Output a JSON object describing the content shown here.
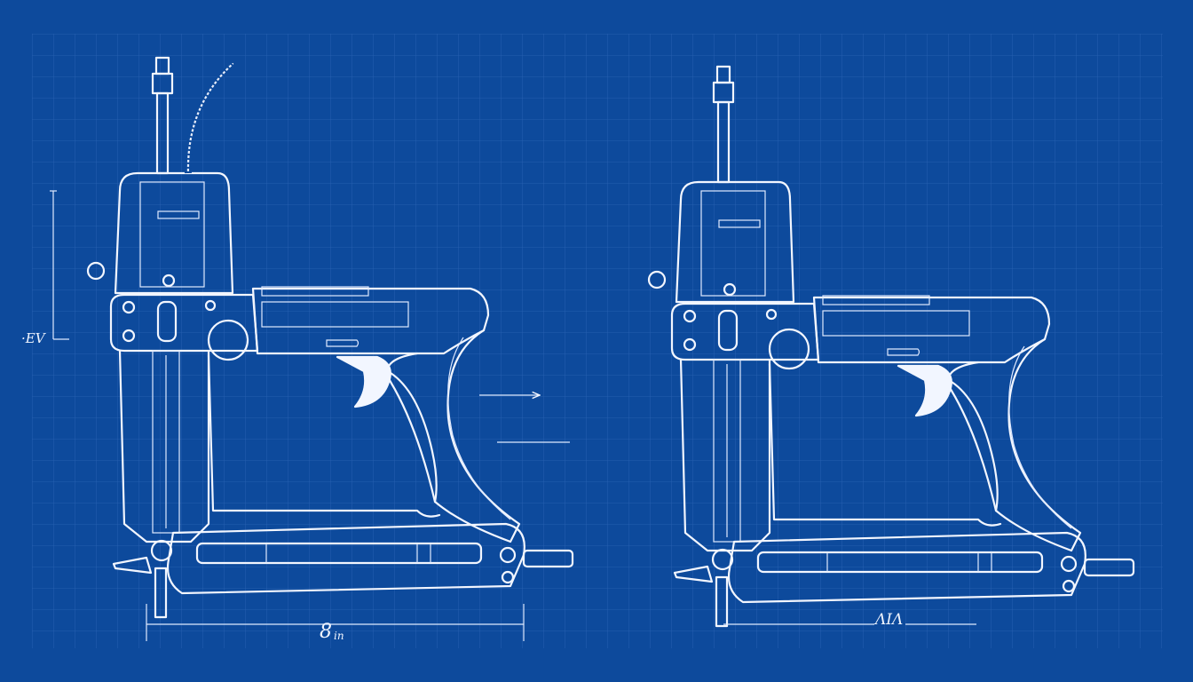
{
  "colors": {
    "background": "#0d4a9c",
    "line": "#f2f6ff",
    "grid": "#2a64b4"
  },
  "labels": {
    "height_dimension": "·EV",
    "left_width_number": "8",
    "left_width_unit": "in",
    "right_width_dimension": "ΛΙΛ"
  }
}
